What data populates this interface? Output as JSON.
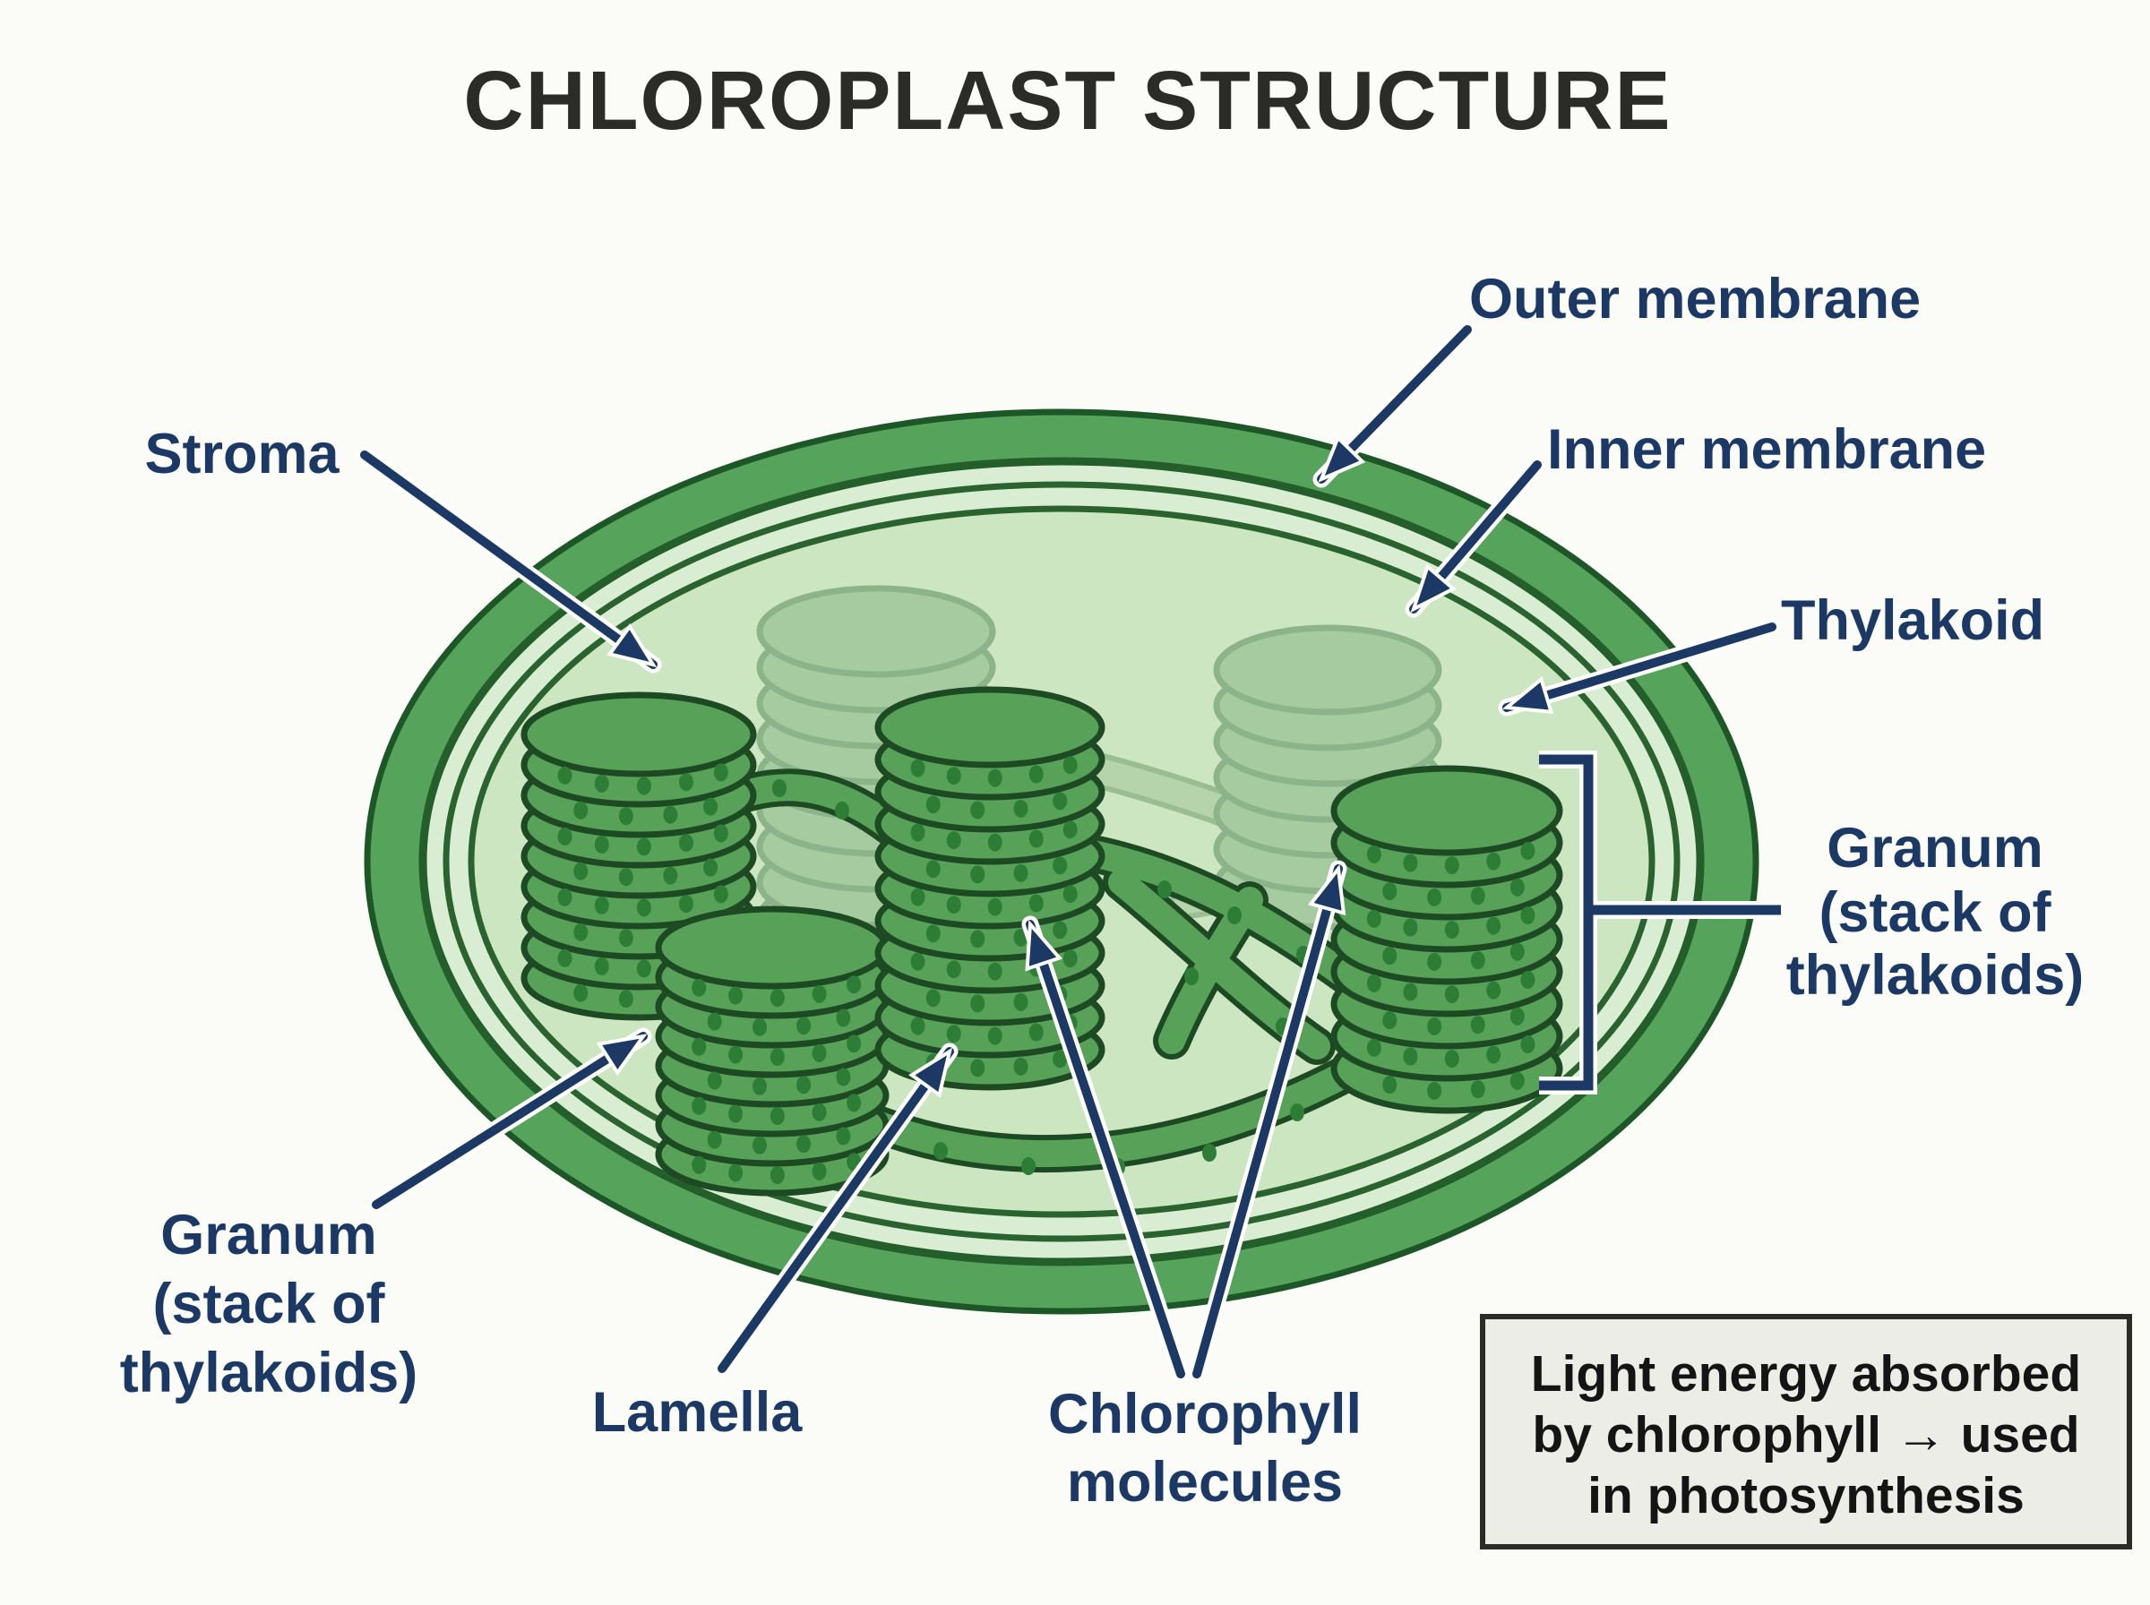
{
  "title": "CHLOROPLAST STRUCTURE",
  "labels": {
    "stroma": "Stroma",
    "outer_membrane": "Outer membrane",
    "inner_membrane": "Inner membrane",
    "thylakoid": "Thylakoid",
    "granum_right": {
      "line1": "Granum",
      "line2": "(stack of",
      "line3": "thylakoids)"
    },
    "granum_left": {
      "line1": "Granum",
      "line2": "(stack of",
      "line3": "thylakoids)"
    },
    "lamella": "Lamella",
    "chlorophyll": {
      "line1": "Chlorophyll",
      "line2": "molecules"
    }
  },
  "info_box": {
    "line1": "Light energy absorbed",
    "line2": "by chlorophyll → used",
    "line3": "in photosynthesis"
  },
  "colors": {
    "background": "#fbfbf8",
    "label_navy": "#1c3965",
    "title_color": "#2b2b27",
    "outer_band_green": "#56a35b",
    "membrane_line_green": "#265e2c",
    "pale_ring_green": "#d8edd1",
    "stroma_green": "#cbe6c0",
    "granum_green": "#57a159",
    "granum_outline": "#1d4a22",
    "chlorophyll_dot": "#2e7d36",
    "faded_granum": "#8fba8b",
    "info_box_bg": "#edede8",
    "info_box_border": "#2b2b28",
    "info_box_text": "#141414"
  }
}
